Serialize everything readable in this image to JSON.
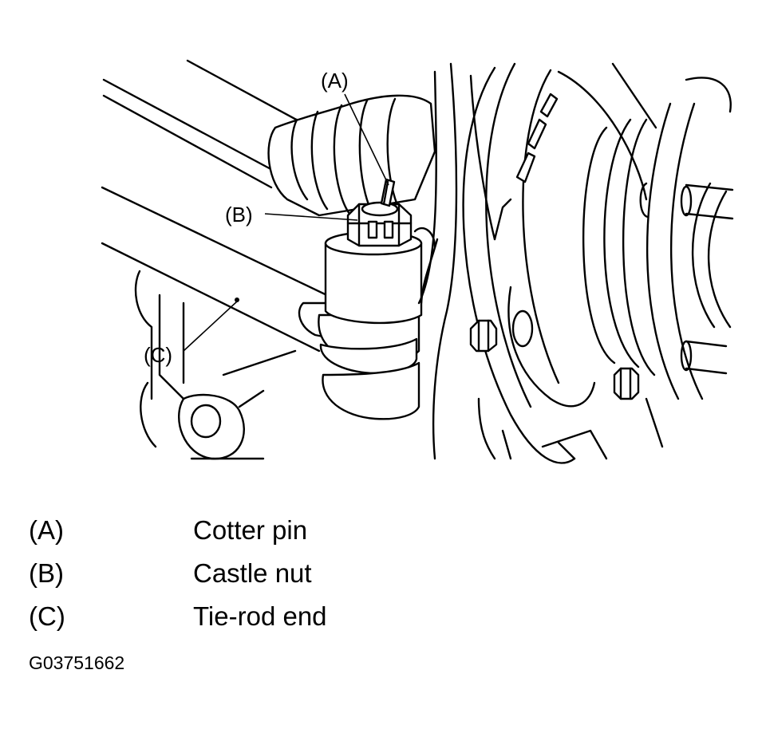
{
  "callouts": {
    "a": "(A)",
    "b": "(B)",
    "c": "(C)"
  },
  "legend": [
    {
      "key": "(A)",
      "label": "Cotter pin"
    },
    {
      "key": "(B)",
      "label": "Castle nut"
    },
    {
      "key": "(C)",
      "label": "Tie-rod end"
    }
  ],
  "figure_id": "G03751662"
}
